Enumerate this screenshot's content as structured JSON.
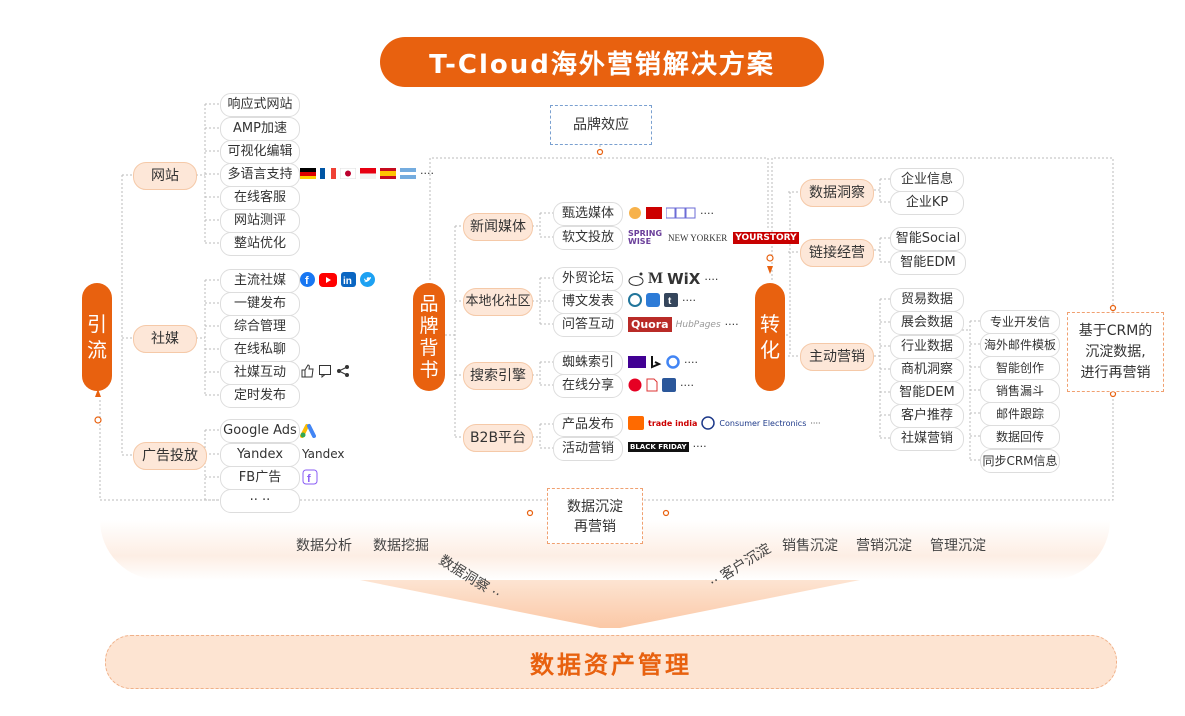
{
  "title": "T-Cloud海外营销解决方案",
  "brand_effect": "品牌效应",
  "bottom": "数据资产管理",
  "data_sink": {
    "line1": "数据沉淀",
    "line2": "再营销"
  },
  "crm_note": {
    "line1": "基于CRM的",
    "line2": "沉淀数据,",
    "line3": "进行再营销"
  },
  "left_vertical": [
    "引",
    "流"
  ],
  "mid_vertical": [
    "品",
    "牌",
    "背",
    "书"
  ],
  "right_vertical": [
    "转",
    "化"
  ],
  "website": {
    "label": "网站",
    "items": [
      "响应式网站",
      "AMP加速",
      "可视化编辑",
      "多语言支持",
      "在线客服",
      "网站测评",
      "整站优化"
    ],
    "more": "····"
  },
  "social": {
    "label": "社媒",
    "items": [
      "主流社媒",
      "一键发布",
      "综合管理",
      "在线私聊",
      "社媒互动",
      "定时发布"
    ]
  },
  "ads": {
    "label": "广告投放",
    "items": [
      "Google Ads",
      "Yandex",
      "FB广告",
      "·· ··"
    ],
    "yandex_logo": "Yandex"
  },
  "news": {
    "label": "新闻媒体",
    "items": [
      "甄选媒体",
      "软文投放"
    ],
    "more": "····",
    "logos": {
      "springwise_1": "SPRING",
      "springwise_2": "WISE",
      "newyorker": "NEW YORKER",
      "yourstory": "YOURSTORY"
    }
  },
  "local": {
    "label": "本地化社区",
    "items": [
      "外贸论坛",
      "博文发表",
      "问答互动"
    ],
    "more": "····",
    "logos": {
      "medium": "M",
      "wix": "WiX",
      "quora": "Quora",
      "hubpages": "HubPages"
    }
  },
  "search": {
    "label": "搜索引擎",
    "items": [
      "蜘蛛索引",
      "在线分享"
    ],
    "more": "····"
  },
  "b2b": {
    "label": "B2B平台",
    "items": [
      "产品发布",
      "活动营销"
    ],
    "more": "····",
    "logos": {
      "trade": "trade india",
      "ce": "Consumer Electronics",
      "bf": "BLACK FRIDAY"
    }
  },
  "insight": {
    "label": "数据洞察",
    "items": [
      "企业信息",
      "企业KP"
    ]
  },
  "linkops": {
    "label": "链接经营",
    "items": [
      "智能Social",
      "智能EDM"
    ]
  },
  "active": {
    "label": "主动营销",
    "items": [
      "贸易数据",
      "展会数据",
      "行业数据",
      "商机洞察",
      "智能DEM",
      "客户推荐",
      "社媒营销"
    ]
  },
  "edm": {
    "items": [
      "专业开发信",
      "海外邮件模板",
      "智能创作",
      "销售漏斗",
      "邮件跟踪",
      "数据回传",
      "同步CRM信息"
    ]
  },
  "band_left": [
    "数据分析",
    "数据挖掘",
    "数据洞察 ··"
  ],
  "band_right": [
    "·· 客户沉淀",
    "销售沉淀",
    "营销沉淀",
    "管理沉淀"
  ],
  "colors": {
    "accent": "#e8610f",
    "light": "#fde7d8"
  }
}
